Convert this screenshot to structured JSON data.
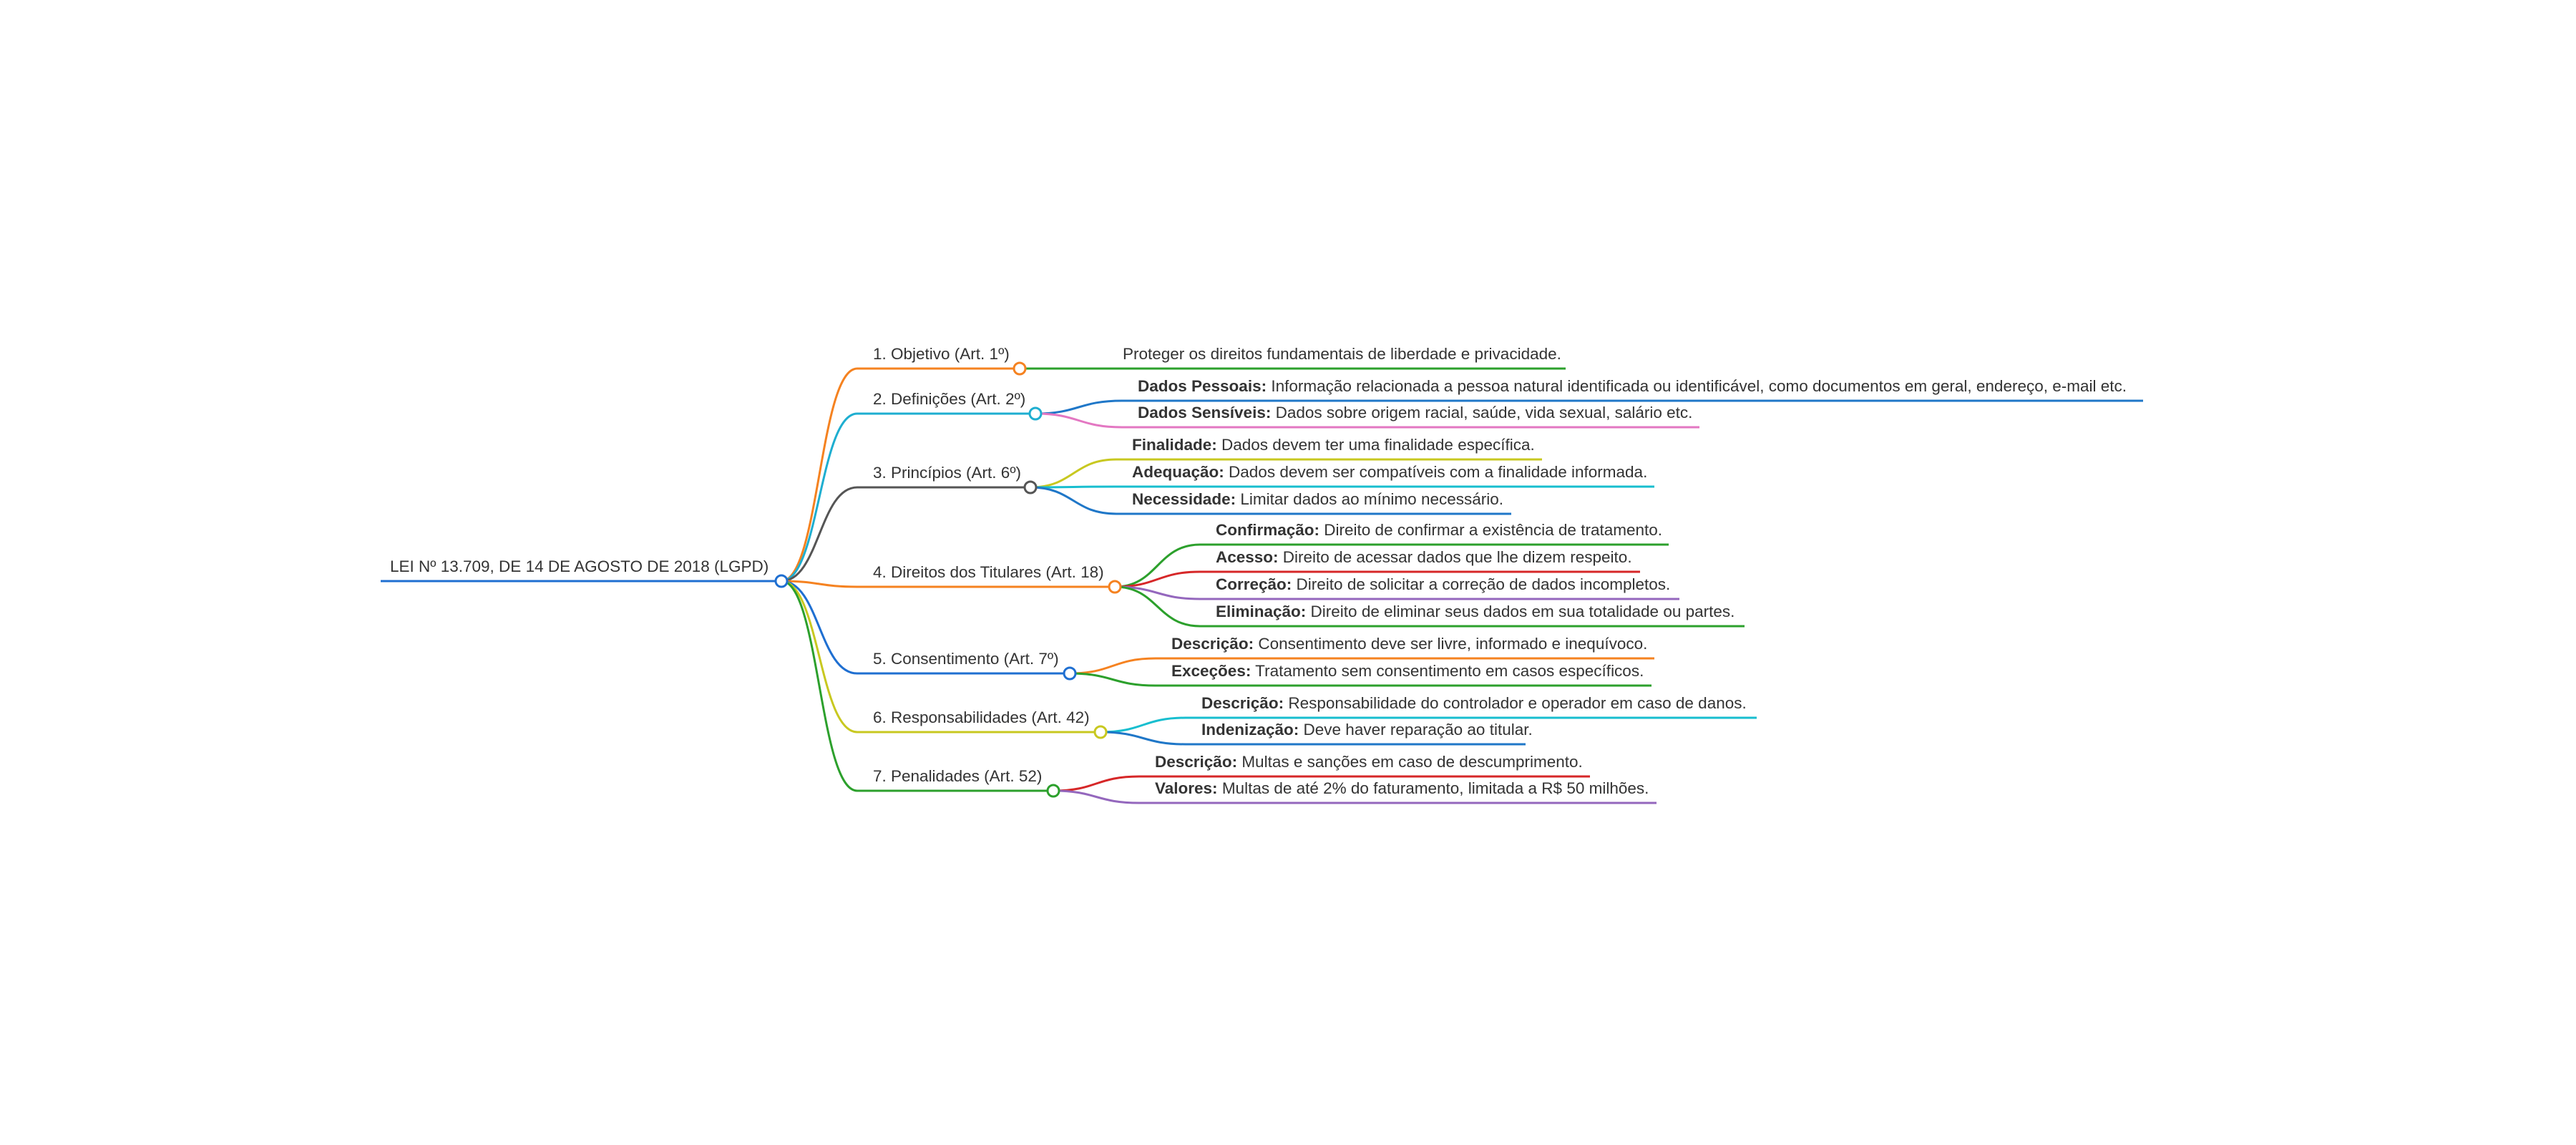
{
  "root": {
    "label": "LEI Nº 13.709, DE 14 DE AGOSTO DE 2018 (LGPD)",
    "color": "#1f6fd1"
  },
  "branches": [
    {
      "label": "1. Objetivo (Art. 1º)",
      "color": "#f58220",
      "children": [
        {
          "label": "",
          "text": "Proteger os direitos fundamentais de liberdade e privacidade.",
          "color": "#2ca02c"
        }
      ]
    },
    {
      "label": "2. Definições (Art. 2º)",
      "color": "#1eaed0",
      "children": [
        {
          "label": "Dados Pessoais:",
          "text": "Informação relacionada a pessoa natural identificada ou identificável, como documentos em geral, endereço, e-mail etc.",
          "color": "#1f77c8"
        },
        {
          "label": "Dados Sensíveis:",
          "text": "Dados sobre origem racial, saúde, vida sexual, salário etc.",
          "color": "#e377c2"
        }
      ]
    },
    {
      "label": "3. Princípios (Art. 6º)",
      "color": "#555555",
      "children": [
        {
          "label": "Finalidade:",
          "text": "Dados devem ter uma finalidade específica.",
          "color": "#c8c820"
        },
        {
          "label": "Adequação:",
          "text": "Dados devem ser compatíveis com a finalidade informada.",
          "color": "#17becf"
        },
        {
          "label": "Necessidade:",
          "text": "Limitar dados ao mínimo necessário.",
          "color": "#1f77c8"
        }
      ]
    },
    {
      "label": "4. Direitos dos Titulares (Art. 18)",
      "color": "#f58220",
      "children": [
        {
          "label": "Confirmação:",
          "text": "Direito de confirmar a existência de tratamento.",
          "color": "#2ca02c"
        },
        {
          "label": "Acesso:",
          "text": "Direito de acessar dados que lhe dizem respeito.",
          "color": "#d62728"
        },
        {
          "label": "Correção:",
          "text": "Direito de solicitar a correção de dados incompletos.",
          "color": "#9467bd"
        },
        {
          "label": "Eliminação:",
          "text": "Direito de eliminar seus dados em sua totalidade ou partes.",
          "color": "#2ca02c"
        }
      ]
    },
    {
      "label": "5. Consentimento (Art. 7º)",
      "color": "#1f6fd1",
      "children": [
        {
          "label": "Descrição:",
          "text": "Consentimento deve ser livre, informado e inequívoco.",
          "color": "#f58220"
        },
        {
          "label": "Exceções:",
          "text": "Tratamento sem consentimento em casos específicos.",
          "color": "#2ca02c"
        }
      ]
    },
    {
      "label": "6. Responsabilidades (Art. 42)",
      "color": "#c8c820",
      "children": [
        {
          "label": "Descrição:",
          "text": "Responsabilidade do controlador e operador em caso de danos.",
          "color": "#17becf"
        },
        {
          "label": "Indenização:",
          "text": "Deve haver reparação ao titular.",
          "color": "#1f77c8"
        }
      ]
    },
    {
      "label": "7. Penalidades (Art. 52)",
      "color": "#2ca02c",
      "children": [
        {
          "label": "Descrição:",
          "text": "Multas e sanções em caso de descumprimento.",
          "color": "#d62728"
        },
        {
          "label": "Valores:",
          "text": "Multas de até 2% do faturamento, limitada a R$ 50 milhões.",
          "color": "#9467bd"
        }
      ]
    }
  ]
}
